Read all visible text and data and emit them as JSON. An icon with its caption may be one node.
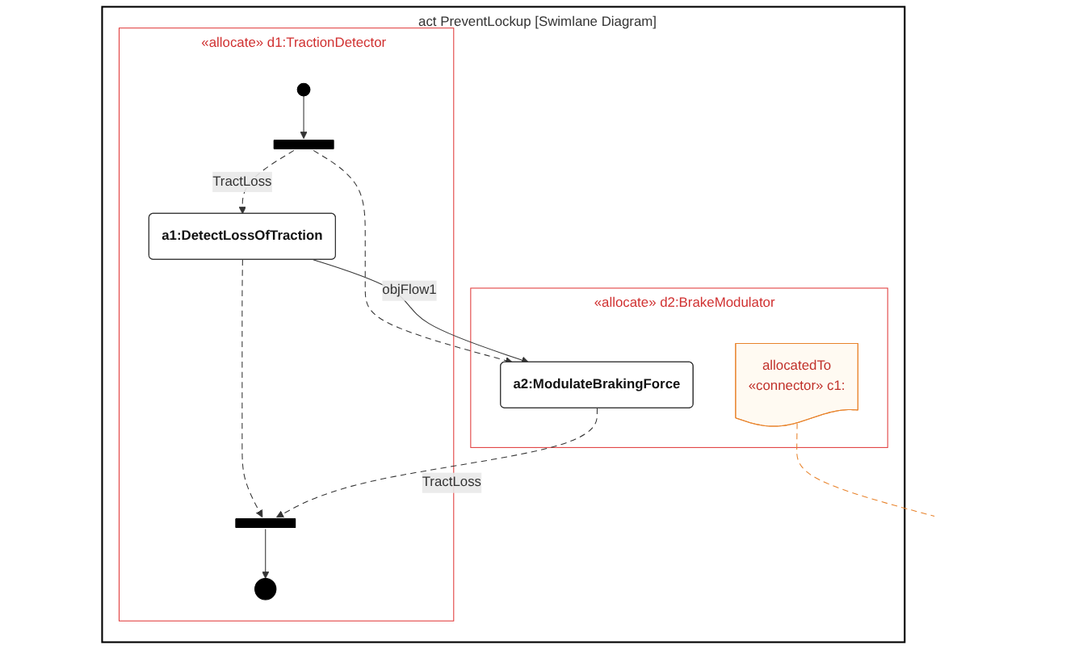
{
  "diagram": {
    "nodes": [
      {
        "text": [
          "act PreventLockup [Swimlane Diagram]"
        ]
      },
      {
        "text": [
          "«allocate» d1:TractionDetector"
        ],
        "in": 0
      },
      {
        "text": [
          "«allocate» d2:BrakeModulator"
        ],
        "in": 0
      },
      {
        "text": [],
        "shape": "circle",
        "in": 1
      },
      {
        "text": [],
        "shape": "bar",
        "in": 1
      },
      {
        "text": [
          "a1:DetectLossOfTraction"
        ],
        "in": 1
      },
      {
        "text": [
          "a2:ModulateBrakingForce"
        ],
        "in": 2
      },
      {
        "text": [],
        "shape": "bar",
        "in": 1
      },
      {
        "text": [],
        "shape": "circle",
        "in": 1
      },
      {
        "text": [
          "allocatedTo",
          "«connector» c1:"
        ],
        "in": 2
      }
    ],
    "edges": [
      {
        "from": 3,
        "to": 4,
        "arrow": "to"
      },
      {
        "from": 4,
        "to": 5,
        "arrow": "to",
        "style": "dashed",
        "label": "TractLoss"
      },
      {
        "from": 4,
        "to": 6,
        "arrow": "to",
        "style": "dashed"
      },
      {
        "from": 5,
        "to": 6,
        "arrow": "to",
        "label": "objFlow1"
      },
      {
        "from": 5,
        "to": 7,
        "arrow": "to",
        "style": "dashed"
      },
      {
        "from": 6,
        "to": 7,
        "arrow": "to",
        "style": "dashed",
        "label": "TractLoss"
      },
      {
        "from": 7,
        "to": 8,
        "arrow": "to"
      },
      {
        "from": 9,
        "to": null,
        "arrow": "none",
        "style": "dashed",
        "color": "#e8822a"
      }
    ]
  }
}
